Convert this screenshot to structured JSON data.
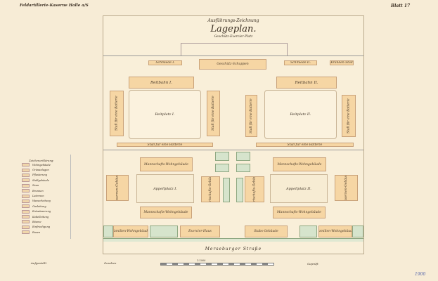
{
  "header": {
    "left_title": "Feldartillerie-Kaserne Halle a/S",
    "sheet": "Blatt 17"
  },
  "title": {
    "top": "Ausführungs-Zeichnung",
    "main": "Lageplan.",
    "sub": "Geschütz-Exercier-Platz"
  },
  "buildings": {
    "schmiede1": "Schmiede I.",
    "schuppen": "Geschütz-Schuppen",
    "schmiede2": "Schmiede II.",
    "krankenstall": "Kranken-Stall",
    "reitbahn1": "Reitbahn I.",
    "reitbahn2": "Reitbahn II.",
    "reitplatz1": "Reitplatz I.",
    "reitplatz2": "Reitplatz II.",
    "stall": "Stall für eine Batterie",
    "mannschaft": "Mannschafts-Wohngebäude",
    "appell1": "Appellplatz I.",
    "appell2": "Appellplatz II.",
    "wirtschaft": "Wirtschafts-Gebäude",
    "kaserne": "Kasernen-Gebäude",
    "familien": "Familien-Wohngebäude",
    "exercier": "Exercier-Haus",
    "stabs": "Stabs-Gebäude"
  },
  "street": "Merseburger Straße",
  "scale": "1:1000",
  "legend": {
    "title": "Zeichenerklärung:",
    "items": [
      "Wohngebäude",
      "Grünanlagen",
      "Pflasterung",
      "Stallgebäude",
      "Zaun",
      "Brunnen",
      "Laternen",
      "Wasserleitung",
      "Gasleitung",
      "Entwässerung",
      "Kabelleitung",
      "Bäume",
      "Einfriedigung",
      "Rasen"
    ]
  },
  "footer": {
    "note1": "Aufgestellt",
    "note2": "Gesehen",
    "note3": "Geprüft",
    "stamp": "1900"
  },
  "colors": {
    "paper": "#f7ecd6",
    "building": "#f6d6a4",
    "green": "#d6e4cc"
  }
}
